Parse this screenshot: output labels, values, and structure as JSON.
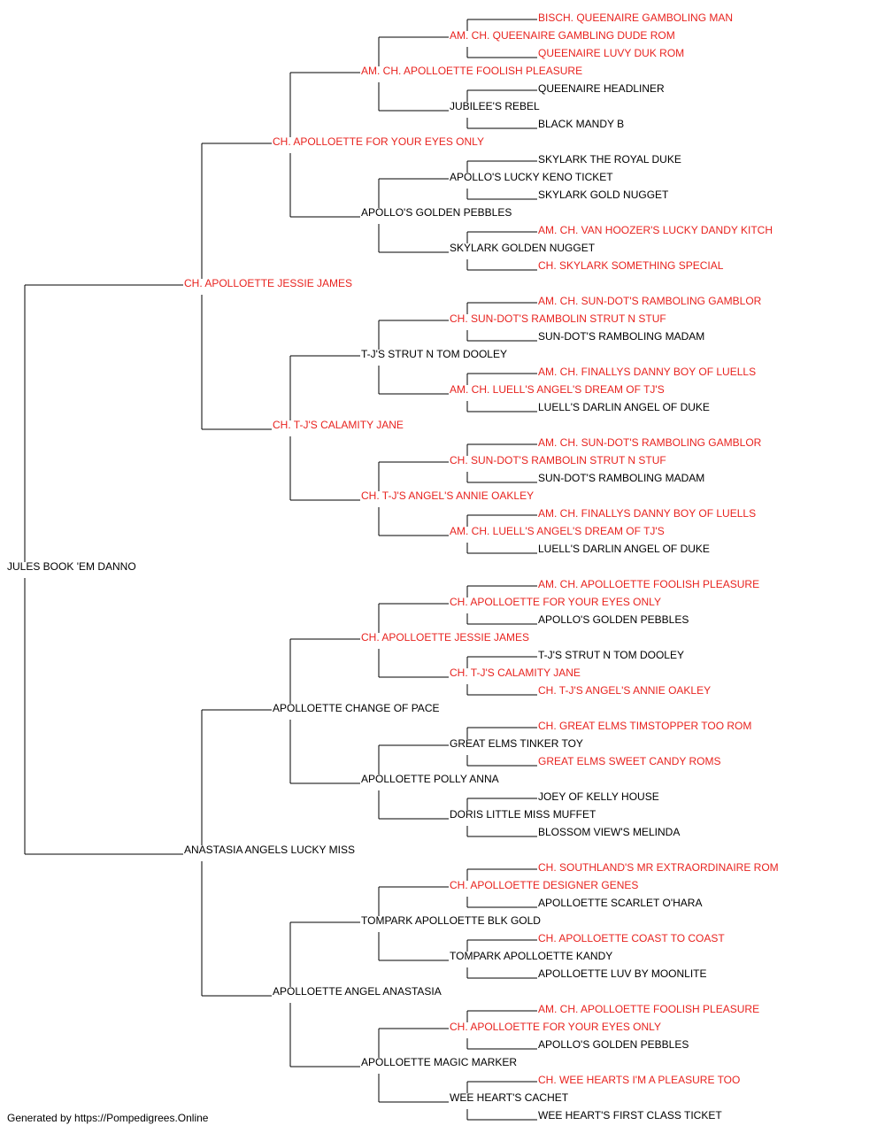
{
  "colors": {
    "titled": "#e8231f",
    "plain": "#000000",
    "connector": "#000000"
  },
  "footer": "Generated by https://Pompedigrees.Online",
  "subject": {
    "name": "JULES BOOK 'EM DANNO",
    "titled": false
  },
  "sire": {
    "name": "CH. APOLLOETTE JESSIE JAMES",
    "titled": true
  },
  "dam": {
    "name": "ANASTASIA ANGELS LUCKY MISS",
    "titled": false
  },
  "grandparents": [
    {
      "name": "CH. APOLLOETTE FOR YOUR EYES ONLY",
      "titled": true
    },
    {
      "name": "CH. T-J'S CALAMITY JANE",
      "titled": true
    },
    {
      "name": "APOLLOETTE CHANGE OF PACE",
      "titled": false
    },
    {
      "name": "APOLLOETTE ANGEL ANASTASIA",
      "titled": false
    }
  ],
  "great_grandparents": [
    {
      "name": "AM. CH. APOLLOETTE FOOLISH PLEASURE",
      "titled": true
    },
    {
      "name": "APOLLO'S GOLDEN PEBBLES",
      "titled": false
    },
    {
      "name": "T-J'S STRUT N TOM DOOLEY",
      "titled": false
    },
    {
      "name": "CH. T-J'S ANGEL'S ANNIE OAKLEY",
      "titled": true
    },
    {
      "name": "CH. APOLLOETTE JESSIE JAMES",
      "titled": true
    },
    {
      "name": "APOLLOETTE POLLY ANNA",
      "titled": false
    },
    {
      "name": "TOMPARK APOLLOETTE BLK GOLD",
      "titled": false
    },
    {
      "name": "APOLLOETTE MAGIC MARKER",
      "titled": false
    }
  ],
  "gen4": [
    {
      "name": "AM. CH. QUEENAIRE GAMBLING DUDE ROM",
      "titled": true
    },
    {
      "name": "JUBILEE'S REBEL",
      "titled": false
    },
    {
      "name": "APOLLO'S LUCKY KENO TICKET",
      "titled": false
    },
    {
      "name": "SKYLARK GOLDEN NUGGET",
      "titled": false
    },
    {
      "name": "CH. SUN-DOT'S RAMBOLIN STRUT N STUF",
      "titled": true
    },
    {
      "name": "AM. CH. LUELL'S ANGEL'S DREAM OF TJ'S",
      "titled": true
    },
    {
      "name": "CH. SUN-DOT'S RAMBOLIN STRUT N STUF",
      "titled": true
    },
    {
      "name": "AM. CH. LUELL'S ANGEL'S DREAM OF TJ'S",
      "titled": true
    },
    {
      "name": "CH. APOLLOETTE FOR YOUR EYES ONLY",
      "titled": true
    },
    {
      "name": "CH. T-J'S CALAMITY JANE",
      "titled": true
    },
    {
      "name": "GREAT ELMS TINKER TOY",
      "titled": false
    },
    {
      "name": "DORIS LITTLE MISS MUFFET",
      "titled": false
    },
    {
      "name": "CH. APOLLOETTE DESIGNER GENES",
      "titled": true
    },
    {
      "name": "TOMPARK APOLLOETTE KANDY",
      "titled": false
    },
    {
      "name": "CH. APOLLOETTE FOR YOUR EYES ONLY",
      "titled": true
    },
    {
      "name": "WEE HEART'S CACHET",
      "titled": false
    }
  ],
  "gen5": [
    {
      "name": "BISCH. QUEENAIRE GAMBOLING MAN",
      "titled": true
    },
    {
      "name": "QUEENAIRE LUVY DUK ROM",
      "titled": true
    },
    {
      "name": "QUEENAIRE HEADLINER",
      "titled": false
    },
    {
      "name": "BLACK MANDY B",
      "titled": false
    },
    {
      "name": "SKYLARK THE ROYAL DUKE",
      "titled": false
    },
    {
      "name": "SKYLARK GOLD NUGGET",
      "titled": false
    },
    {
      "name": "AM. CH. VAN HOOZER'S LUCKY DANDY KITCH",
      "titled": true
    },
    {
      "name": "CH. SKYLARK SOMETHING SPECIAL",
      "titled": true
    },
    {
      "name": "AM. CH. SUN-DOT'S RAMBOLING GAMBLOR",
      "titled": true
    },
    {
      "name": "SUN-DOT'S RAMBOLING MADAM",
      "titled": false
    },
    {
      "name": "AM. CH. FINALLYS DANNY BOY OF LUELLS",
      "titled": true
    },
    {
      "name": "LUELL'S DARLIN ANGEL OF DUKE",
      "titled": false
    },
    {
      "name": "AM. CH. SUN-DOT'S RAMBOLING GAMBLOR",
      "titled": true
    },
    {
      "name": "SUN-DOT'S RAMBOLING MADAM",
      "titled": false
    },
    {
      "name": "AM. CH. FINALLYS DANNY BOY OF LUELLS",
      "titled": true
    },
    {
      "name": "LUELL'S DARLIN ANGEL OF DUKE",
      "titled": false
    },
    {
      "name": "AM. CH. APOLLOETTE FOOLISH PLEASURE",
      "titled": true
    },
    {
      "name": "APOLLO'S GOLDEN PEBBLES",
      "titled": false
    },
    {
      "name": "T-J'S STRUT N TOM DOOLEY",
      "titled": false
    },
    {
      "name": "CH. T-J'S ANGEL'S ANNIE OAKLEY",
      "titled": true
    },
    {
      "name": "CH. GREAT ELMS TIMSTOPPER TOO ROM",
      "titled": true
    },
    {
      "name": "GREAT ELMS SWEET CANDY ROMS",
      "titled": true
    },
    {
      "name": "JOEY OF KELLY HOUSE",
      "titled": false
    },
    {
      "name": "BLOSSOM VIEW'S MELINDA",
      "titled": false
    },
    {
      "name": "CH. SOUTHLAND'S MR EXTRAORDINAIRE ROM",
      "titled": true
    },
    {
      "name": "APOLLOETTE SCARLET O'HARA",
      "titled": false
    },
    {
      "name": "CH. APOLLOETTE COAST TO COAST",
      "titled": true
    },
    {
      "name": "APOLLOETTE LUV BY MOONLITE",
      "titled": false
    },
    {
      "name": "AM. CH. APOLLOETTE FOOLISH PLEASURE",
      "titled": true
    },
    {
      "name": "APOLLO'S GOLDEN PEBBLES",
      "titled": false
    },
    {
      "name": "CH. WEE HEARTS I'M A PLEASURE TOO",
      "titled": true
    },
    {
      "name": "WEE HEART'S FIRST CLASS TICKET",
      "titled": false
    }
  ]
}
